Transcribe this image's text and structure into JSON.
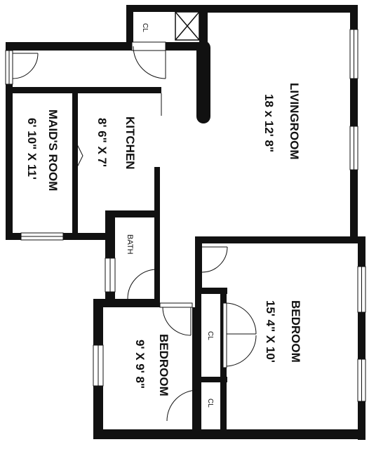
{
  "rooms": {
    "livingroom": {
      "name": "LIVINGROOM",
      "size": "18 x 12' 8\""
    },
    "kitchen": {
      "name": "KITCHEN",
      "size": "8' 6\" X 7'"
    },
    "maids_room": {
      "name": "MAID'S ROOM",
      "size": "6' 10\" X 11'"
    },
    "bedroom_large": {
      "name": "BEDROOM",
      "size": "15' 4\" X 10'"
    },
    "bedroom_small": {
      "name": "BEDROOM",
      "size": "9' X 9' 8\""
    },
    "bath": {
      "name": "BATH"
    }
  },
  "closets": {
    "top": "CL",
    "middle": "CL",
    "bottom": "CL"
  },
  "colors": {
    "wall": "#111111",
    "background": "#ffffff"
  }
}
